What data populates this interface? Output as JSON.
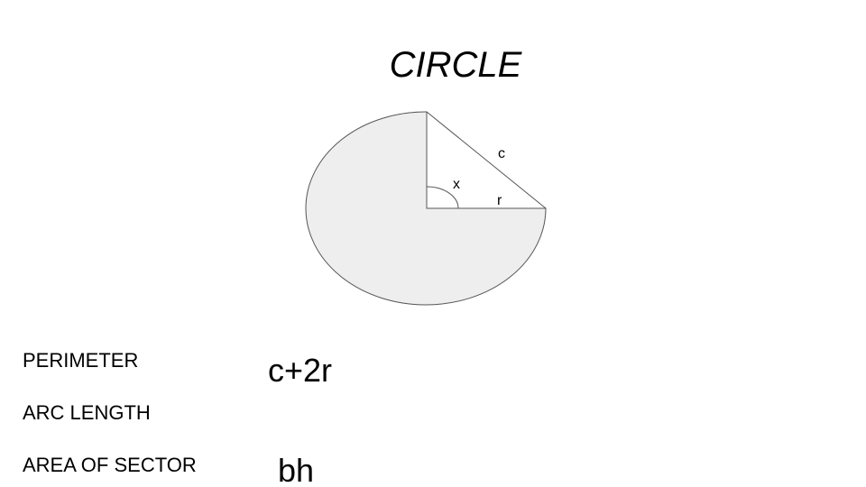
{
  "title": "CIRCLE",
  "diagram": {
    "labels": {
      "chord": "c",
      "angle": "x",
      "radius": "r"
    },
    "colors": {
      "fill": "#eeeeee",
      "stroke": "#555555"
    }
  },
  "rows": [
    {
      "label": "PERIMETER",
      "formula": "c+2r"
    },
    {
      "label": "ARC LENGTH",
      "formula": ""
    },
    {
      "label": "AREA OF SECTOR",
      "formula": "bh"
    }
  ]
}
